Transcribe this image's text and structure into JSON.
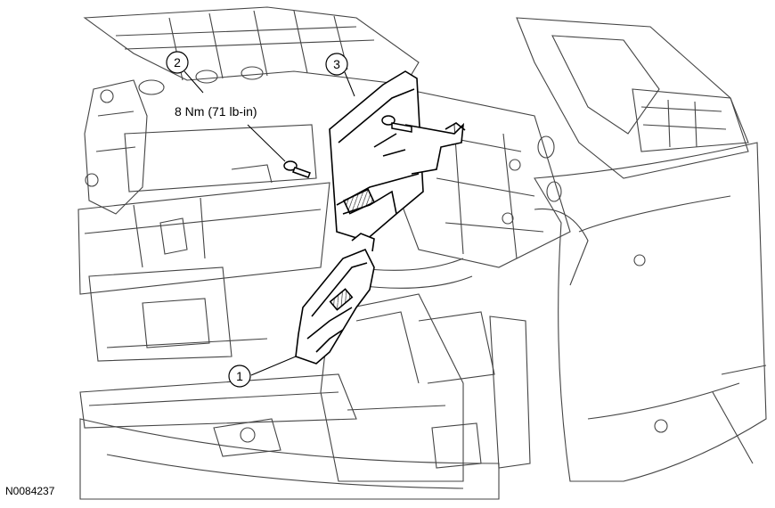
{
  "diagram": {
    "callouts": [
      {
        "id": "1",
        "label": "1"
      },
      {
        "id": "2",
        "label": "2"
      },
      {
        "id": "3",
        "label": "3"
      }
    ],
    "torque_spec": "8 Nm (71 lb-in)",
    "figure_id": "N0084237"
  },
  "colors": {
    "line": "#000000",
    "background": "#ffffff",
    "shade": "#d9d9d9"
  }
}
